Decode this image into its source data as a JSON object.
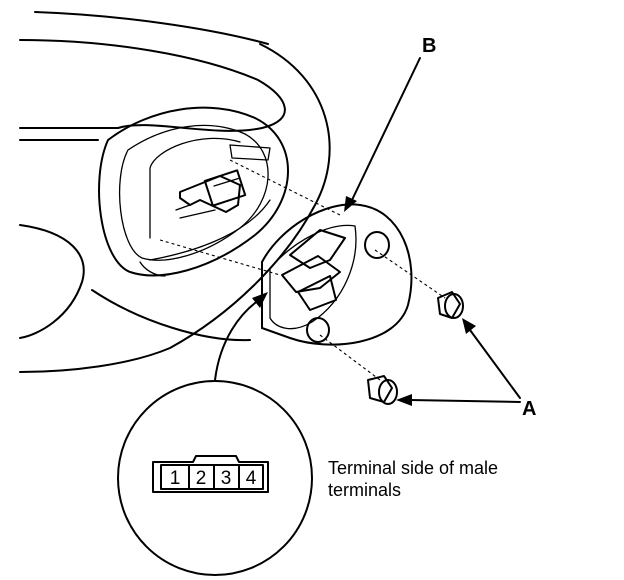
{
  "labels": {
    "part_b": "B",
    "part_a": "A"
  },
  "connector": {
    "pins": [
      "1",
      "2",
      "3",
      "4"
    ]
  },
  "caption": {
    "line1": "Terminal side of male",
    "line2": "terminals"
  }
}
